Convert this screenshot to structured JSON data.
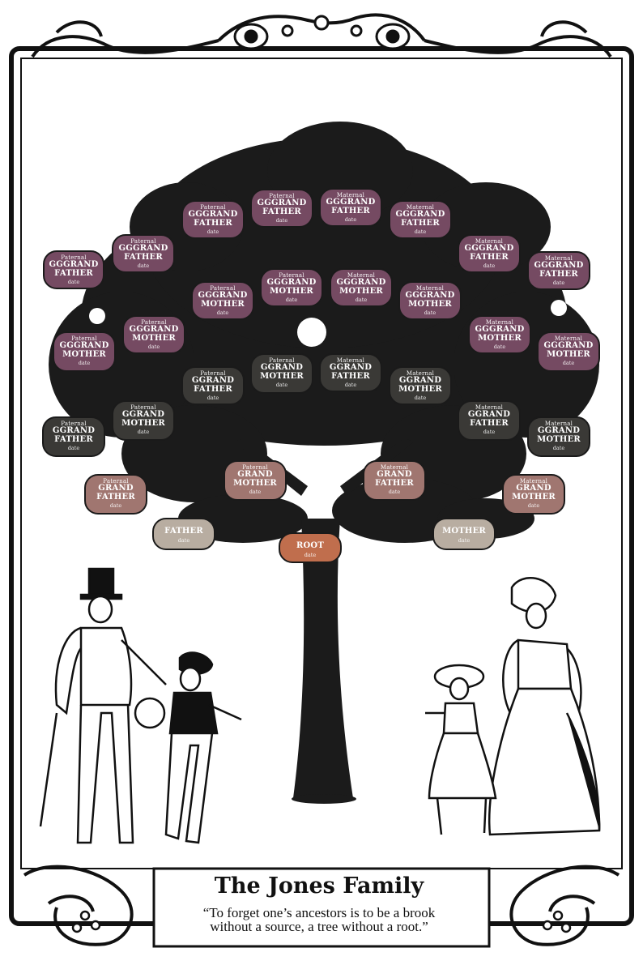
{
  "family": {
    "title": "The Jones Family",
    "quote_line1": "“To forget one’s ancestors is to be a brook",
    "quote_line2": "without a source, a tree without a root.”"
  },
  "colors": {
    "gg_great": "#754a62",
    "g_great": "#3a3936",
    "grand": "#a07670",
    "parent": "#b8ada1",
    "root": "#c06e4d",
    "tree": "#1b1b1b"
  },
  "nodes": [
    {
      "id": "ggg-p1",
      "side": "Paternal",
      "line1": "GGGRAND",
      "line2": "FATHER",
      "date": "date",
      "tier": "gg_great"
    },
    {
      "id": "ggg-p2",
      "side": "Paternal",
      "line1": "GGGRAND",
      "line2": "FATHER",
      "date": "date",
      "tier": "gg_great"
    },
    {
      "id": "ggg-p3",
      "side": "Paternal",
      "line1": "GGGRAND",
      "line2": "FATHER",
      "date": "date",
      "tier": "gg_great"
    },
    {
      "id": "ggg-p4",
      "side": "Paternal",
      "line1": "GGGRAND",
      "line2": "FATHER",
      "date": "date",
      "tier": "gg_great"
    },
    {
      "id": "ggg-m1",
      "side": "Maternal",
      "line1": "GGGRAND",
      "line2": "FATHER",
      "date": "date",
      "tier": "gg_great"
    },
    {
      "id": "ggg-m2",
      "side": "Maternal",
      "line1": "GGGRAND",
      "line2": "FATHER",
      "date": "date",
      "tier": "gg_great"
    },
    {
      "id": "ggg-m3",
      "side": "Maternal",
      "line1": "GGGRAND",
      "line2": "FATHER",
      "date": "date",
      "tier": "gg_great"
    },
    {
      "id": "ggg-m4",
      "side": "Maternal",
      "line1": "GGGRAND",
      "line2": "FATHER",
      "date": "date",
      "tier": "gg_great"
    },
    {
      "id": "gggm-p1",
      "side": "Paternal",
      "line1": "GGGRAND",
      "line2": "MOTHER",
      "date": "date",
      "tier": "gg_great"
    },
    {
      "id": "gggm-p2",
      "side": "Paternal",
      "line1": "GGGRAND",
      "line2": "MOTHER",
      "date": "date",
      "tier": "gg_great"
    },
    {
      "id": "gggm-p3",
      "side": "Paternal",
      "line1": "GGGRAND",
      "line2": "MOTHER",
      "date": "date",
      "tier": "gg_great"
    },
    {
      "id": "gggm-p4",
      "side": "Paternal",
      "line1": "GGGRAND",
      "line2": "MOTHER",
      "date": "date",
      "tier": "gg_great"
    },
    {
      "id": "gggm-m1",
      "side": "Maternal",
      "line1": "GGGRAND",
      "line2": "MOTHER",
      "date": "date",
      "tier": "gg_great"
    },
    {
      "id": "gggm-m2",
      "side": "Maternal",
      "line1": "GGGRAND",
      "line2": "MOTHER",
      "date": "date",
      "tier": "gg_great"
    },
    {
      "id": "gggm-m3",
      "side": "Maternal",
      "line1": "GGGRAND",
      "line2": "MOTHER",
      "date": "date",
      "tier": "gg_great"
    },
    {
      "id": "gggm-m4",
      "side": "Maternal",
      "line1": "GGGRAND",
      "line2": "MOTHER",
      "date": "date",
      "tier": "gg_great"
    },
    {
      "id": "gg-p1",
      "side": "Paternal",
      "line1": "GGRAND",
      "line2": "FATHER",
      "date": "date",
      "tier": "g_great"
    },
    {
      "id": "gg-p2",
      "side": "Paternal",
      "line1": "GGRAND",
      "line2": "FATHER",
      "date": "date",
      "tier": "g_great"
    },
    {
      "id": "gg-m1",
      "side": "Maternal",
      "line1": "GGRAND",
      "line2": "FATHER",
      "date": "date",
      "tier": "g_great"
    },
    {
      "id": "gg-m2",
      "side": "Maternal",
      "line1": "GGRAND",
      "line2": "FATHER",
      "date": "date",
      "tier": "g_great"
    },
    {
      "id": "ggm-p1",
      "side": "Paternal",
      "line1": "GGRAND",
      "line2": "MOTHER",
      "date": "date",
      "tier": "g_great"
    },
    {
      "id": "ggm-p2",
      "side": "Paternal",
      "line1": "GGRAND",
      "line2": "MOTHER",
      "date": "date",
      "tier": "g_great"
    },
    {
      "id": "ggm-m1",
      "side": "Maternal",
      "line1": "GGRAND",
      "line2": "MOTHER",
      "date": "date",
      "tier": "g_great"
    },
    {
      "id": "ggm-m2",
      "side": "Maternal",
      "line1": "GGRAND",
      "line2": "MOTHER",
      "date": "date",
      "tier": "g_great"
    },
    {
      "id": "g-pf",
      "side": "Paternal",
      "line1": "GRAND",
      "line2": "FATHER",
      "date": "date",
      "tier": "grand"
    },
    {
      "id": "g-pm",
      "side": "Paternal",
      "line1": "GRAND",
      "line2": "MOTHER",
      "date": "date",
      "tier": "grand"
    },
    {
      "id": "g-mf",
      "side": "Maternal",
      "line1": "GRAND",
      "line2": "FATHER",
      "date": "date",
      "tier": "grand"
    },
    {
      "id": "g-mm",
      "side": "Maternal",
      "line1": "GRAND",
      "line2": "MOTHER",
      "date": "date",
      "tier": "grand"
    },
    {
      "id": "father",
      "side": "",
      "line1": "FATHER",
      "line2": "",
      "date": "date",
      "tier": "parent"
    },
    {
      "id": "mother",
      "side": "",
      "line1": "MOTHER",
      "line2": "",
      "date": "date",
      "tier": "parent"
    },
    {
      "id": "root",
      "side": "",
      "line1": "ROOT",
      "line2": "",
      "date": "date",
      "tier": "root"
    }
  ]
}
